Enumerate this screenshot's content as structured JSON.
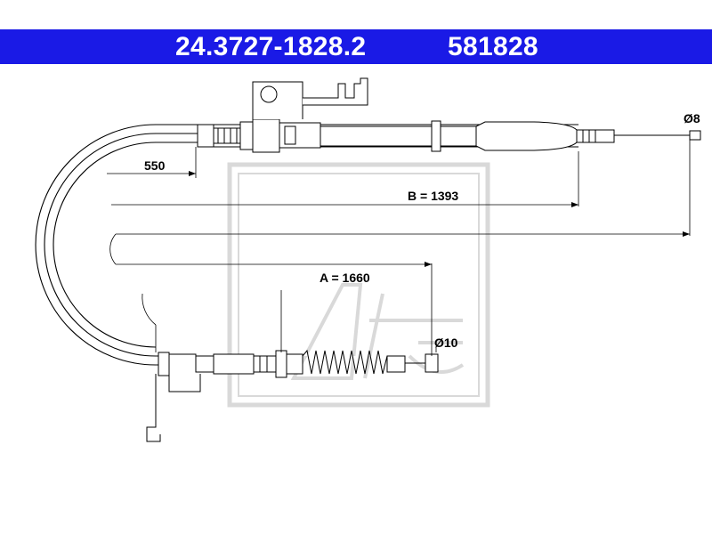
{
  "header": {
    "part_number": "24.3727-1828.2",
    "ref_number": "581828",
    "background_color": "#1a1ae6",
    "text_color": "#ffffff"
  },
  "dimensions": {
    "length_550": "550",
    "b_length": "B = 1393",
    "a_length": "A = 1660",
    "diameter_8": "Ø8",
    "diameter_10": "Ø10"
  },
  "watermark": {
    "brand": "Ate",
    "color": "#d6d6d6"
  }
}
